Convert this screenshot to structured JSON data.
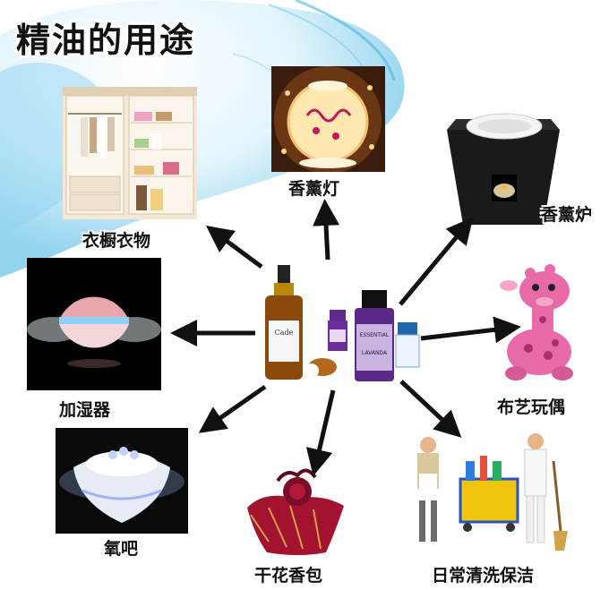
{
  "title": "精油的用途",
  "center_bottles": {
    "left_bottle_label": "Cade",
    "right_bottle_label_line1": "ESSENTIAL",
    "right_bottle_label_line2": "LAVANDA"
  },
  "uses": [
    {
      "label": "衣橱衣物"
    },
    {
      "label": "香薰灯"
    },
    {
      "label": "香薰炉"
    },
    {
      "label": "加湿器"
    },
    {
      "label": "布艺玩偶"
    },
    {
      "label": "氧吧"
    },
    {
      "label": "干花香包"
    },
    {
      "label": "日常清洗保洁"
    }
  ],
  "colors": {
    "arrow": "#111111",
    "water": "#6ec6ea",
    "title": "#111111"
  }
}
